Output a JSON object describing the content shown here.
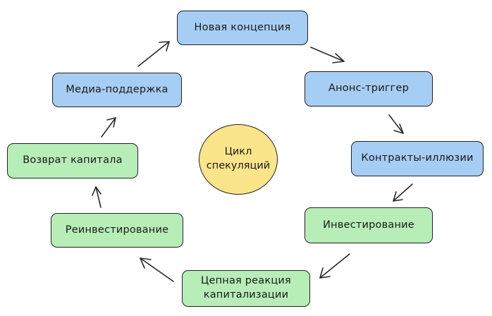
{
  "center": {
    "line1": "Цикл",
    "line2": "спекуляций"
  },
  "nodes": {
    "new_concept": "Новая концепция",
    "announce_trigger": "Анонс-триггер",
    "contract_illusions": "Контракты-иллюзии",
    "investing": "Инвестирование",
    "chain_reaction_line1": "Цепная реакция",
    "chain_reaction_line2": "капитализации",
    "reinvesting": "Реинвестирование",
    "capital_return": "Возврат капитала",
    "media_support": "Медиа-поддержка"
  },
  "colors": {
    "blue_node": "#a6cdf3",
    "green_node": "#b7edb6",
    "center_circle": "#fbe58a",
    "stroke": "#222222"
  }
}
